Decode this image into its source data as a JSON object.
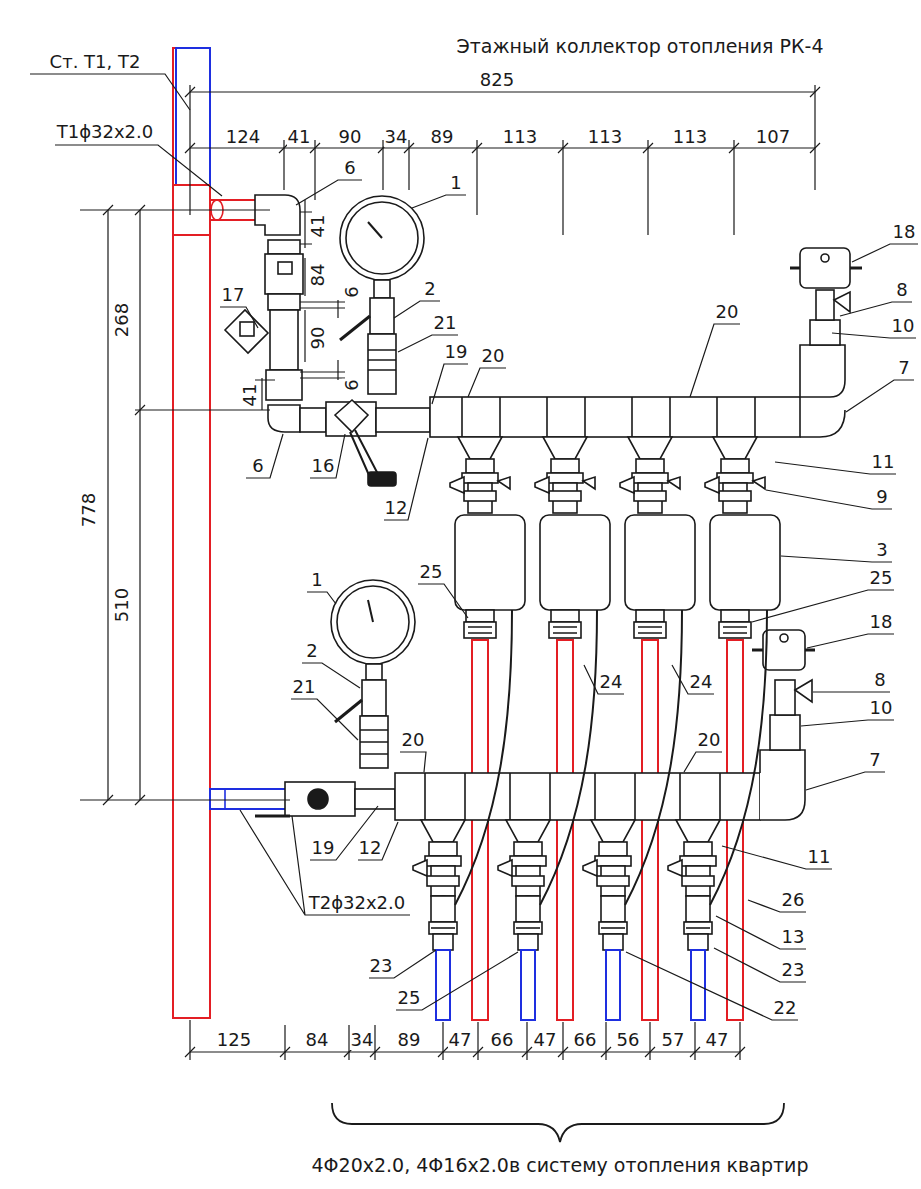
{
  "diagram": {
    "title": "Этажный коллектор отопления РК-4",
    "caption": "4Φ20x2.0, 4Φ16x2.0в систему отопления квартир",
    "labels": [
      "Ст. Т1, Т2",
      "Т1ϕ32x2.0",
      "825",
      "124",
      "41",
      "90",
      "34",
      "89",
      "113",
      "113",
      "113",
      "107",
      "6",
      "1",
      "18",
      "41",
      "84",
      "268",
      "6",
      "2",
      "8",
      "17",
      "21",
      "90",
      "10",
      "19",
      "20",
      "20",
      "6",
      "7",
      "41",
      "6",
      "16",
      "12",
      "11",
      "9",
      "778",
      "3",
      "25",
      "1",
      "25",
      "510",
      "18",
      "2",
      "24",
      "24",
      "8",
      "21",
      "10",
      "20",
      "20",
      "7",
      "19",
      "12",
      "11",
      "26",
      "Т2ϕ32x2.0",
      "13",
      "23",
      "23",
      "25",
      "22",
      "125",
      "84",
      "34",
      "89",
      "47",
      "66",
      "47",
      "66",
      "56",
      "57",
      "47"
    ]
  }
}
